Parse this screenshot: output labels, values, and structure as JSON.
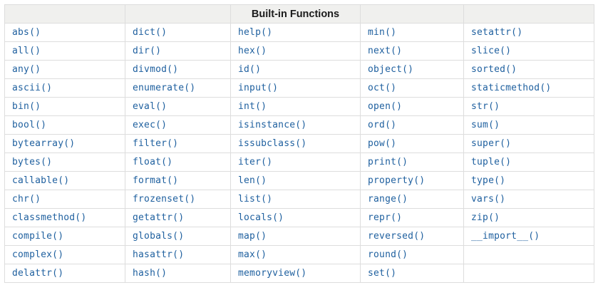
{
  "table": {
    "title": "Built-in Functions",
    "num_rows": 14,
    "num_cols": 5,
    "columns": [
      [
        "abs()",
        "all()",
        "any()",
        "ascii()",
        "bin()",
        "bool()",
        "bytearray()",
        "bytes()",
        "callable()",
        "chr()",
        "classmethod()",
        "compile()",
        "complex()",
        "delattr()"
      ],
      [
        "dict()",
        "dir()",
        "divmod()",
        "enumerate()",
        "eval()",
        "exec()",
        "filter()",
        "float()",
        "format()",
        "frozenset()",
        "getattr()",
        "globals()",
        "hasattr()",
        "hash()"
      ],
      [
        "help()",
        "hex()",
        "id()",
        "input()",
        "int()",
        "isinstance()",
        "issubclass()",
        "iter()",
        "len()",
        "list()",
        "locals()",
        "map()",
        "max()",
        "memoryview()"
      ],
      [
        "min()",
        "next()",
        "object()",
        "oct()",
        "open()",
        "ord()",
        "pow()",
        "print()",
        "property()",
        "range()",
        "repr()",
        "reversed()",
        "round()",
        "set()"
      ],
      [
        "setattr()",
        "slice()",
        "sorted()",
        "staticmethod()",
        "str()",
        "sum()",
        "super()",
        "tuple()",
        "type()",
        "vars()",
        "zip()",
        "__import__()",
        "",
        ""
      ]
    ],
    "colors": {
      "link": "#1f609f",
      "header_bg": "#f0f0ee",
      "border": "#dddddd",
      "header_text": "#1b1b1b",
      "page_bg": "#ffffff"
    }
  }
}
